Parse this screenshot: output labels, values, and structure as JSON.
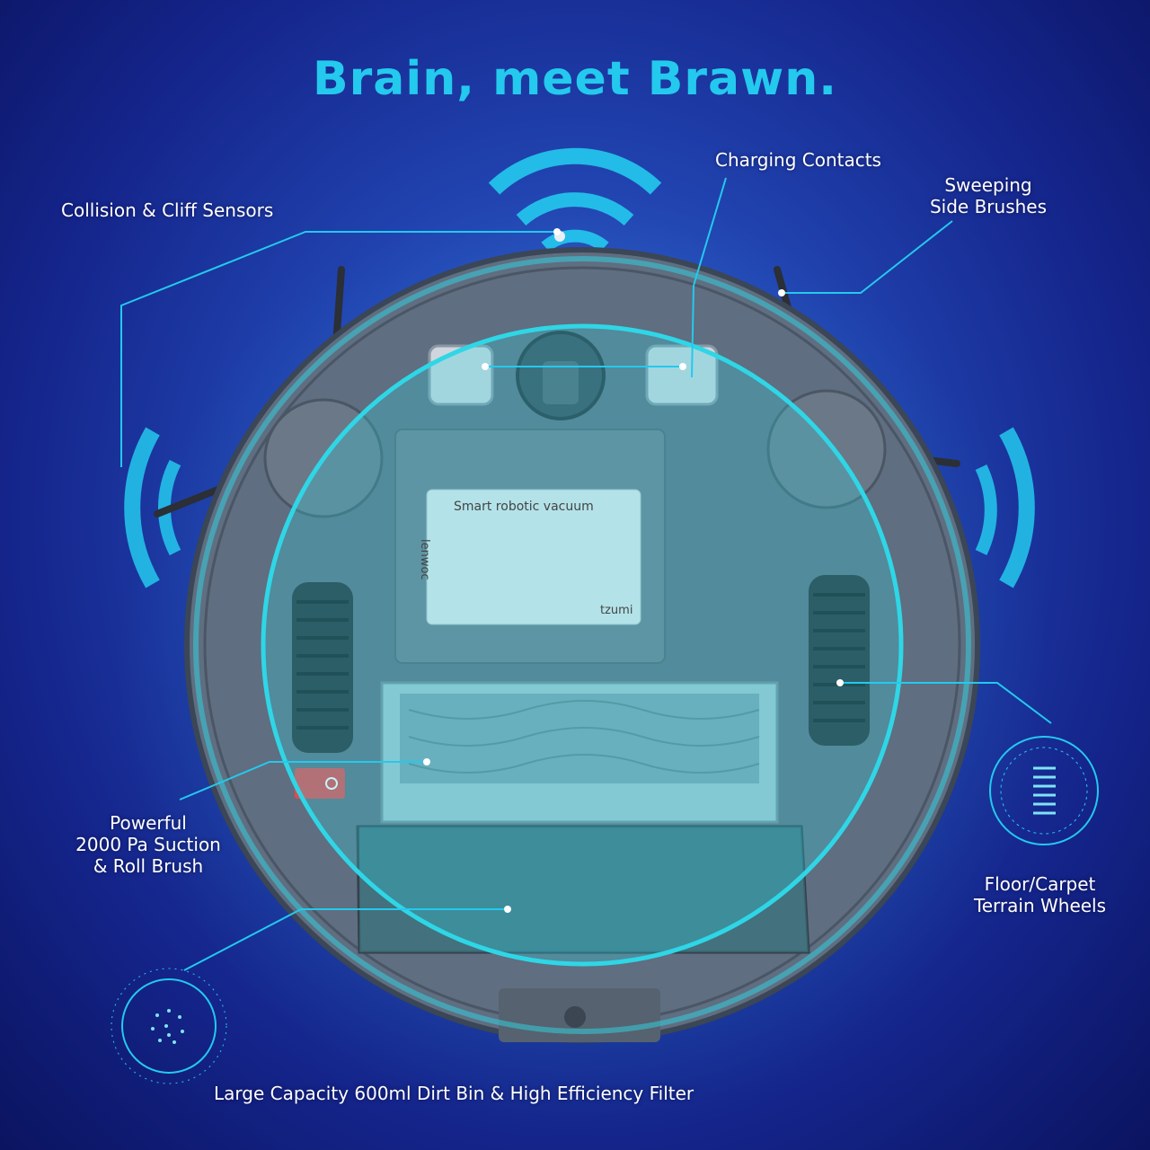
{
  "headline": "Brain, meet Brawn.",
  "labels": {
    "collision": "Collision & Cliff Sensors",
    "charging": "Charging Contacts",
    "sweeping_line1": "Sweeping",
    "sweeping_line2": "Side Brushes",
    "suction_line1": "Powerful",
    "suction_line2": "2000 Pa Suction",
    "suction_line3": "& Roll Brush",
    "wheels_line1": "Floor/Carpet",
    "wheels_line2": "Terrain Wheels",
    "dirtbin": "Large Capacity 600ml Dirt Bin & High Efficiency Filter"
  },
  "sticker": {
    "brand_vertical": "lenwoc",
    "title": "Smart robotic vacuum",
    "mark": "tzumi"
  },
  "colors": {
    "accent": "#24c9ee",
    "robot_body": "#5f6e80",
    "overlay": "#2fd6e6",
    "power_switch": "#e5484d"
  }
}
